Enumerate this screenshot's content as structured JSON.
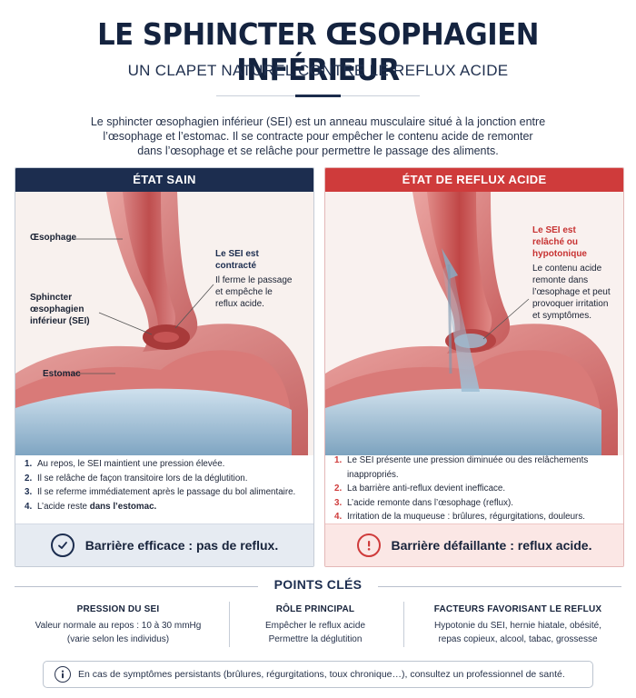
{
  "header": {
    "title": "LE SPHINCTER ŒSOPHAGIEN INFÉRIEUR",
    "subtitle": "UN CLAPET NATUREL CONTRE LE REFLUX ACIDE",
    "intro_1": "Le sphincter œsophagien inférieur (SEI) est un anneau musculaire situé à la jonction entre",
    "intro_2": "l’œsophage et l’estomac. Il se contracte pour empêcher le contenu acide de remonter",
    "intro_3": "dans l’œsophage et se relâche pour permettre le passage des aliments."
  },
  "healthy": {
    "header": "ÉTAT SAIN",
    "label_esophagus": "Œsophage",
    "label_sphincter_1": "Sphincter",
    "label_sphincter_2": "œsophagien",
    "label_sphincter_3": "inférieur (SEI)",
    "label_stomach": "Estomac",
    "callout_title_1": "Le SEI est",
    "callout_title_2": "contracté",
    "callout_body_1": "Il ferme le passage",
    "callout_body_2": "et empêche le",
    "callout_body_3": "reflux acide.",
    "steps": [
      {
        "num": "1.",
        "text": "Au repos, le SEI maintient une pression élevée."
      },
      {
        "num": "2.",
        "text": "Il se relâche de façon transitoire lors de la déglutition."
      },
      {
        "num": "3.",
        "text": "Il se referme immédiatement après le passage du bol alimentaire."
      },
      {
        "num": "4.",
        "text_a": "L’acide reste ",
        "text_b": "dans l’estomac."
      }
    ],
    "verdict": "Barrière efficace : pas de reflux.",
    "icon": "check-circle-icon",
    "color": "#1c2d4f"
  },
  "reflux": {
    "header": "ÉTAT DE REFLUX ACIDE",
    "callout_title_1": "Le SEI est",
    "callout_title_2": "relâché ou",
    "callout_title_3": "hypotonique",
    "callout_body_1": "Le contenu acide",
    "callout_body_2": "remonte dans",
    "callout_body_3": "l’œsophage et peut",
    "callout_body_4": "provoquer irritation",
    "callout_body_5": "et symptômes.",
    "steps": [
      {
        "num": "1.",
        "text_1": "Le SEI présente une pression diminuée ou des relâchements",
        "text_2": "inappropriés."
      },
      {
        "num": "2.",
        "text": "La barrière anti-reflux devient inefficace."
      },
      {
        "num": "3.",
        "text": "L’acide remonte dans l’œsophage (reflux)."
      },
      {
        "num": "4.",
        "text": "Irritation de la muqueuse : brûlures, régurgitations, douleurs."
      }
    ],
    "verdict": "Barrière défaillante : reflux acide.",
    "icon": "alert-circle-icon",
    "color": "#cf3b3b"
  },
  "key_points": {
    "title": "POINTS CLÉS",
    "items": [
      {
        "heading": "PRESSION DU SEI",
        "line_1": "Valeur normale au repos : 10 à 30 mmHg",
        "line_2": "(varie selon les individus)"
      },
      {
        "heading": "RÔLE PRINCIPAL",
        "line_1": "Empêcher le reflux acide",
        "line_2": "Permettre la déglutition"
      },
      {
        "heading": "FACTEURS FAVORISANT LE REFLUX",
        "line_1": "Hypotonie du SEI, hernie hiatale, obésité,",
        "line_2": "repas copieux, alcool, tabac, grossesse"
      }
    ]
  },
  "footer": {
    "icon": "info-circle-icon",
    "text": "En cas de symptômes persistants (brûlures, régurgitations, toux chronique…), consultez un professionnel de santé."
  }
}
